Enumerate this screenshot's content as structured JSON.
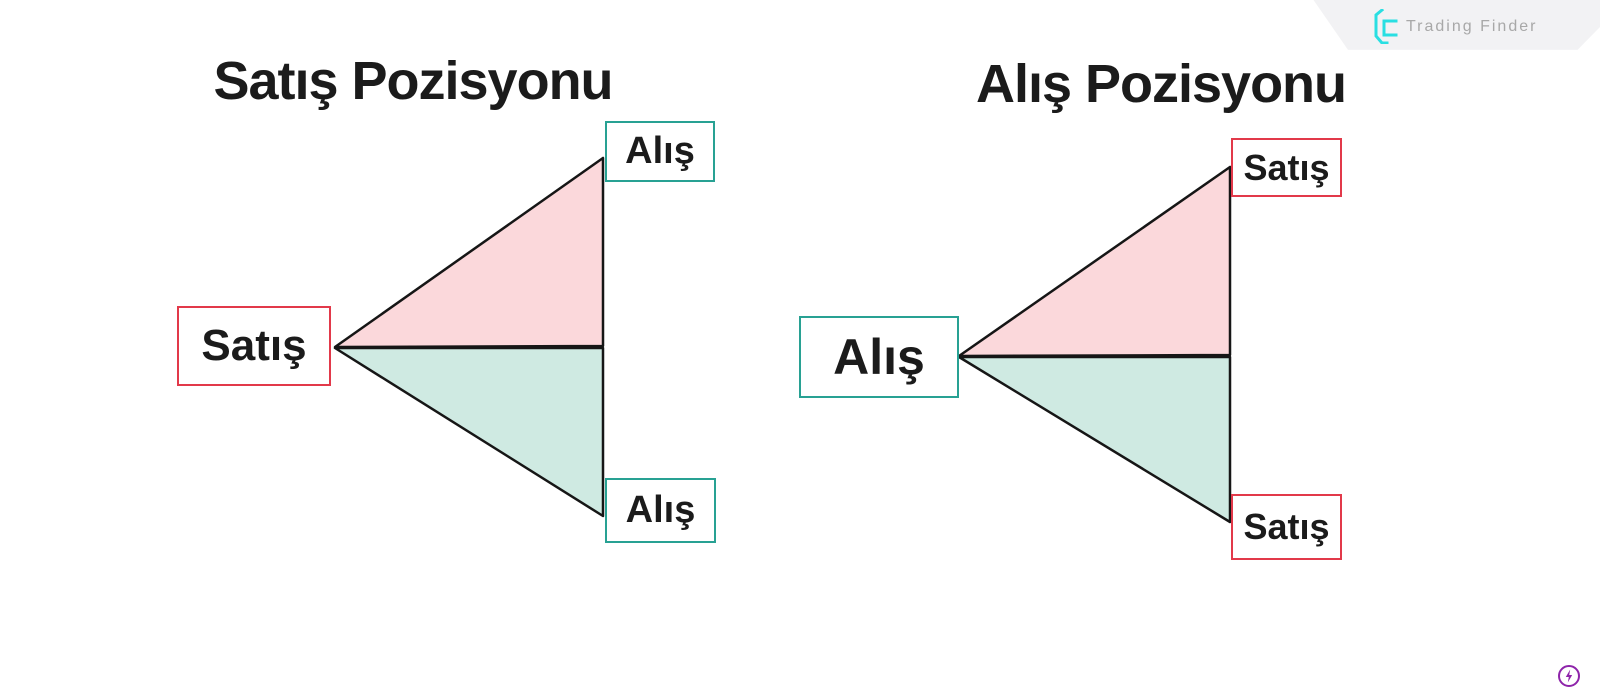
{
  "logo": {
    "text": "Trading Finder",
    "icon_color": "#29dfe2",
    "text_color": "#a8a8a8",
    "banner_color": "#f2f2f4"
  },
  "diagrams": [
    {
      "title": "Satış Pozisyonu",
      "apex_label": {
        "text": "Satış",
        "border_color": "#e2394a"
      },
      "top_label": {
        "text": "Alış",
        "border_color": "#28a193"
      },
      "bottom_label": {
        "text": "Alış",
        "border_color": "#28a193"
      },
      "fills": {
        "upper": "#fbd8db",
        "lower": "#cfeae2"
      }
    },
    {
      "title": "Alış Pozisyonu",
      "apex_label": {
        "text": "Alış",
        "border_color": "#28a193"
      },
      "top_label": {
        "text": "Satış",
        "border_color": "#e2394a"
      },
      "bottom_label": {
        "text": "Satış",
        "border_color": "#e2394a"
      },
      "fills": {
        "upper": "#fbd8db",
        "lower": "#cfeae2"
      }
    }
  ],
  "canvas": {
    "background": "#ffffff",
    "stroke_color": "#161616"
  },
  "icons": {
    "flash_color": "#8e24aa"
  }
}
